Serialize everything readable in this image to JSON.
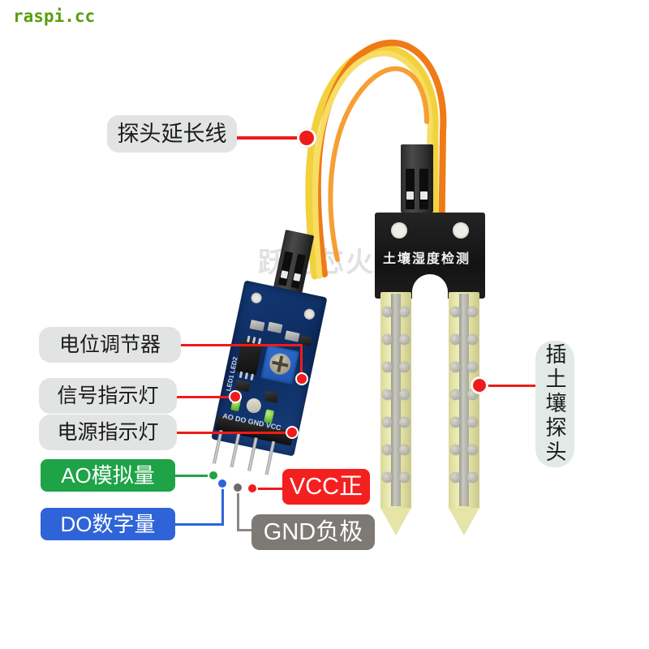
{
  "watermarks": {
    "corner": "raspi.cc",
    "center": "跃动芯火"
  },
  "product": {
    "probe_board_text": "土壤湿度检测",
    "module_silkscreen": "AO DO GND VCC",
    "module_led_labels": "LED1 LED2"
  },
  "callouts": [
    {
      "id": "probe-extension-cable",
      "label": "探头延长线",
      "style": "gray",
      "target": "cable loop"
    },
    {
      "id": "potentiometer",
      "label": "电位调节器",
      "style": "gray",
      "target": "blue trimmer potentiometer"
    },
    {
      "id": "signal-indicator",
      "label": "信号指示灯",
      "style": "gray",
      "target": "signal LED"
    },
    {
      "id": "power-indicator",
      "label": "电源指示灯",
      "style": "gray",
      "target": "power LED"
    },
    {
      "id": "ao-analog",
      "label": "AO模拟量",
      "style": "green",
      "target": "AO pin"
    },
    {
      "id": "do-digital",
      "label": "DO数字量",
      "style": "blue",
      "target": "DO pin"
    },
    {
      "id": "vcc-positive",
      "label": "VCC正",
      "style": "red",
      "target": "VCC pin"
    },
    {
      "id": "gnd-negative",
      "label": "GND负极",
      "style": "dark-gray",
      "target": "GND pin"
    },
    {
      "id": "soil-probe",
      "label": "插土壤探头",
      "style": "vertical-gray",
      "target": "fork probe"
    }
  ],
  "colors": {
    "red": "#f41f1f",
    "line_red": "#ef1b1b",
    "green": "#1ea347",
    "blue": "#2f64d8",
    "gray_badge": "#e2e4e3",
    "dark_gray_badge": "#7d7a75",
    "vertical_badge": "#e2eae7",
    "watermark_green": "#5a9e10",
    "wire_orange": "#f07a18",
    "wire_yellow": "#f2d23c",
    "pcb_blue": "#143a78",
    "probe_black": "#1a1a1a",
    "prong_yellow": "#e5e3a4"
  }
}
